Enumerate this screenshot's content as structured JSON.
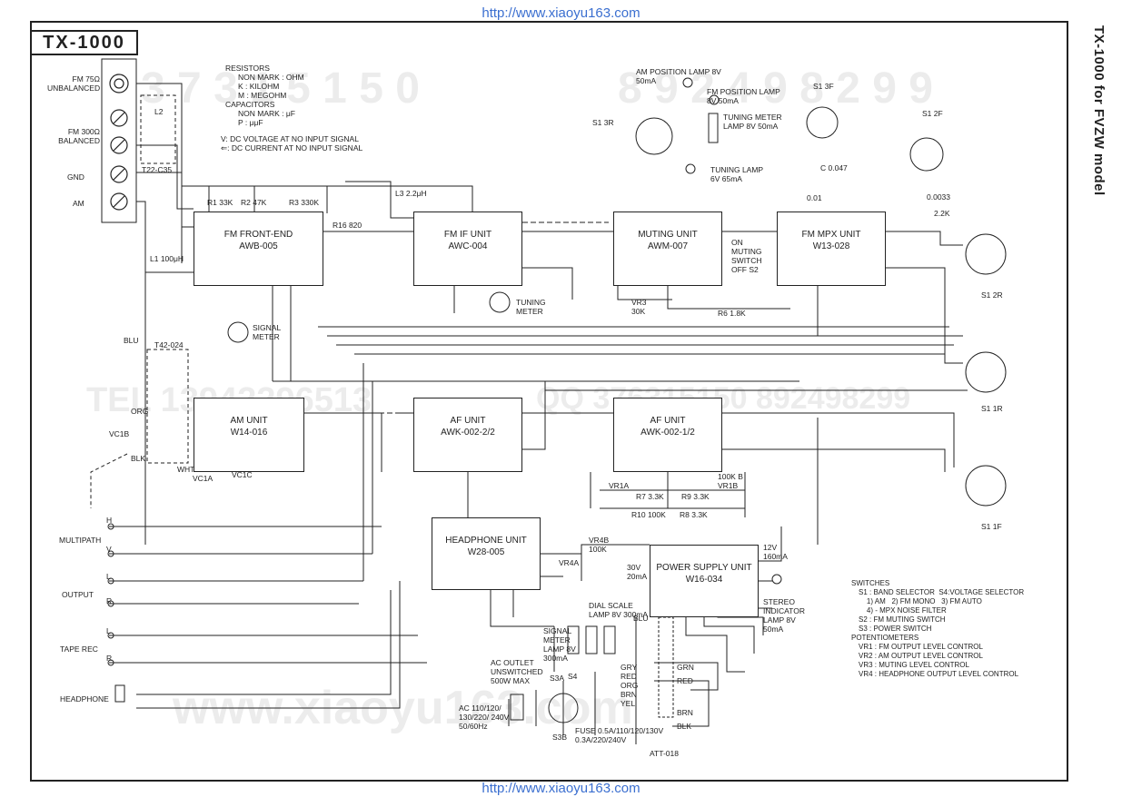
{
  "header": {
    "url_top": "http://www.xiaoyu163.com",
    "url_bottom": "http://www.xiaoyu163.com",
    "model": "TX-1000",
    "side_title": "TX-1000 for FVZW model"
  },
  "watermarks": [
    "3 7 3 1 5 1 5 0",
    "8 9 2 4 9 8 2 9 9",
    "TEL 13942296513",
    "QQ 376315150 892498299",
    "www.xiaoyu163.com"
  ],
  "colors": {
    "ink": "#222222",
    "link": "#3b6fd0",
    "watermark": "#ececec"
  },
  "units": [
    {
      "id": "fm-front-end",
      "name": "FM FRONT-END",
      "code": "AWB-005"
    },
    {
      "id": "fm-if-unit",
      "name": "FM IF UNIT",
      "code": "AWC-004"
    },
    {
      "id": "muting-unit",
      "name": "MUTING UNIT",
      "code": "AWM-007"
    },
    {
      "id": "fm-mpx-unit",
      "name": "FM MPX UNIT",
      "code": "W13-028"
    },
    {
      "id": "am-unit",
      "name": "AM UNIT",
      "code": "W14-016"
    },
    {
      "id": "af-unit-2",
      "name": "AF UNIT",
      "code": "AWK-002-2/2"
    },
    {
      "id": "af-unit-1",
      "name": "AF UNIT",
      "code": "AWK-002-1/2"
    },
    {
      "id": "headphone-unit",
      "name": "HEADPHONE UNIT",
      "code": "W28-005"
    },
    {
      "id": "power-supply-unit",
      "name": "POWER SUPPLY UNIT",
      "code": "W16-034"
    }
  ],
  "antenna": {
    "fm75": "FM 75Ω UNBALANCED",
    "fm300": "FM 300Ω BALANCED",
    "gnd": "GND",
    "am": "AM",
    "coil_l2": "L2",
    "t22": "T22-C35",
    "coil_l1": "L1 100μH"
  },
  "legend": {
    "resistors": "RESISTORS",
    "r_nonmark": "NON MARK : OHM",
    "r_k": "K : KILOHM",
    "r_m": "M : MEGOHM",
    "capacitors": "CAPACITORS",
    "c_nonmark": "NON MARK : μF",
    "c_p": "P : μμF",
    "voltage_note": "V: DC VOLTAGE AT NO INPUT SIGNAL",
    "current_note": "⇐: DC CURRENT AT NO INPUT SIGNAL"
  },
  "components": {
    "r1": "R1 33K",
    "r2": "R2 47K",
    "r3": "R3 330K",
    "l3": "L3 2.2μH",
    "r16": "R16 820",
    "am_lamp": "AM POSITION LAMP 8V 50mA",
    "fm_lamp": "FM POSITION LAMP 8V 50mA",
    "tuning_meter_lamp": "TUNING METER LAMP 8V 50mA",
    "tuning_lamp": "TUNING LAMP 6V 65mA",
    "tuning_meter": "TUNING METER",
    "signal_meter": "SIGNAL METER",
    "vr3": "VR3 30K",
    "r6": "R6 1.8K",
    "muting_switch": "ON MUTING SWITCH OFF S2",
    "c_001": "0.01",
    "c_0033": "0.0033",
    "c_0047": "C 0.047",
    "r_22k": "2.2K",
    "t42": "T42-024",
    "blu": "BLU",
    "org": "ORG",
    "blk": "BLK",
    "wht": "WHT",
    "vc1": "VC1B",
    "vc1a": "VC1A",
    "vc1c": "VC1C",
    "r7": "R7 3.3K",
    "r8": "R8 3.3K",
    "r9": "R9 3.3K",
    "r10": "R10 100K",
    "r_100k_b": "100K B",
    "vr1a": "VR1A",
    "vr1b": "VR1B",
    "vr4a": "VR4A",
    "vr4b": "VR4B 100K",
    "v30": "30V 20mA",
    "v12": "12V 160mA",
    "stereo_lamp": "STEREO INDICATOR LAMP 8V 50mA",
    "dial_lamp": "DIAL SCALE LAMP 8V 300mA",
    "signal_meter_lamp": "SIGNAL METER LAMP 8V 300mA",
    "ac_outlet": "AC OUTLET UNSWITCHED 500W MAX",
    "ac_in": "AC 110/120/ 130/220/ 240V 50/60Hz",
    "fuse": "FUSE 0.5A/110/120/130V 0.3A/220/240V",
    "att": "ATT-018",
    "s3a": "S3A",
    "s3b": "S3B",
    "s4": "S4",
    "wire_colors": [
      "BLU",
      "GRY",
      "RED",
      "ORG",
      "BRN",
      "YEL",
      "GRN",
      "RED",
      "BRN",
      "BLK"
    ]
  },
  "jacks": {
    "multipath": "MULTIPATH",
    "output": "OUTPUT",
    "tape_rec": "TAPE REC",
    "headphone": "HEADPHONE",
    "h": "H",
    "v": "V",
    "l": "L",
    "r": "R"
  },
  "switch_labels": [
    "S1 3R",
    "S1 3F",
    "S1 2F",
    "S1 2R",
    "S1 1R",
    "S1 1F"
  ],
  "switches_note": {
    "title": "SWITCHES",
    "lines": [
      "S1 : BAND SELECTOR  S4:VOLTAGE SELECTOR",
      "    1) AM   2) FM MONO   3) FM AUTO",
      "    4) - MPX NOISE FILTER",
      "S2 : FM MUTING SWITCH",
      "S3 : POWER SWITCH"
    ],
    "pot_title": "POTENTIOMETERS",
    "pot_lines": [
      "VR1 : FM OUTPUT LEVEL CONTROL",
      "VR2 : AM OUTPUT LEVEL CONTROL",
      "VR3 : MUTING LEVEL CONTROL",
      "VR4 : HEADPHONE OUTPUT LEVEL CONTROL"
    ]
  }
}
